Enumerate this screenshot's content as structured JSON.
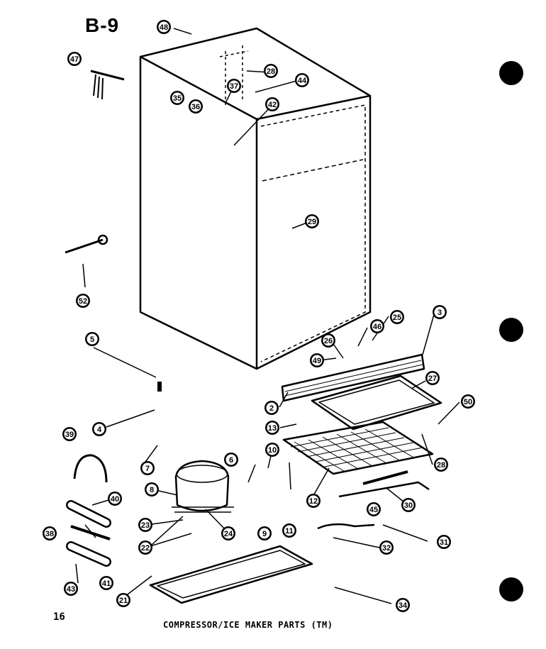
{
  "page": {
    "title": "B-9",
    "page_number": "16",
    "caption": "COMPRESSOR/ICE MAKER PARTS (TM)"
  },
  "callouts": [
    "48",
    "47",
    "28",
    "44",
    "37",
    "35",
    "36",
    "42",
    "29",
    "52",
    "5",
    "4",
    "7",
    "39",
    "40",
    "38",
    "43",
    "41",
    "21",
    "23",
    "22",
    "24",
    "8",
    "6",
    "9",
    "10",
    "11",
    "12",
    "13",
    "2",
    "3",
    "25",
    "46",
    "26",
    "49",
    "27",
    "50",
    "28",
    "45",
    "30",
    "31",
    "32",
    "34"
  ]
}
